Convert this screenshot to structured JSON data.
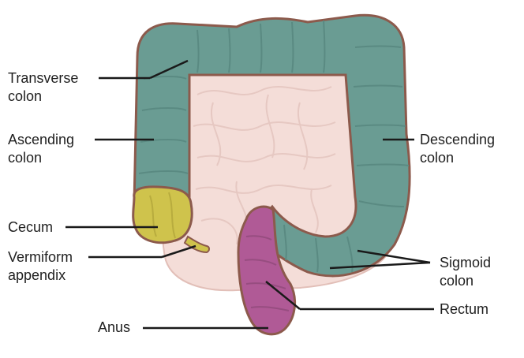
{
  "labels": {
    "transverse_colon": [
      "Transverse",
      "colon"
    ],
    "ascending_colon": [
      "Ascending",
      "colon"
    ],
    "cecum": [
      "Cecum"
    ],
    "vermiform_appendix": [
      "Vermiform",
      "appendix"
    ],
    "anus": [
      "Anus"
    ],
    "descending_colon": [
      "Descending",
      "colon"
    ],
    "sigmoid_colon": [
      "Sigmoid",
      "colon"
    ],
    "rectum": [
      "Rectum"
    ]
  },
  "colors": {
    "colon": "#6a9c93",
    "colon_outline": "#8c5a4c",
    "cecum": "#cfc34c",
    "rectum": "#b05a96",
    "small_intestine": "#f4ddd8",
    "small_intestine_outline": "#e2bfb8",
    "leader_line": "#1a1a1a"
  }
}
